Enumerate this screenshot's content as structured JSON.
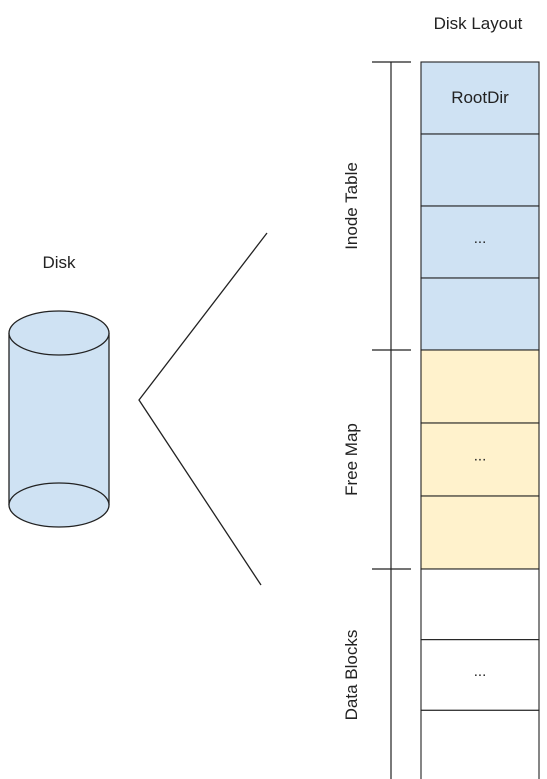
{
  "title": "Disk Layout",
  "disk": {
    "label": "Disk",
    "fill_color": "#cfe2f3",
    "stroke_color": "#222222"
  },
  "layout": {
    "regions": [
      {
        "name": "Inode Table",
        "fill_color": "#cfe2f3",
        "blocks": [
          "RootDir",
          "",
          "...",
          ""
        ]
      },
      {
        "name": "Free Map",
        "fill_color": "#fff2cc",
        "blocks": [
          "",
          "...",
          ""
        ]
      },
      {
        "name": "Data Blocks",
        "fill_color": "#ffffff",
        "blocks": [
          "",
          "...",
          ""
        ]
      }
    ]
  }
}
